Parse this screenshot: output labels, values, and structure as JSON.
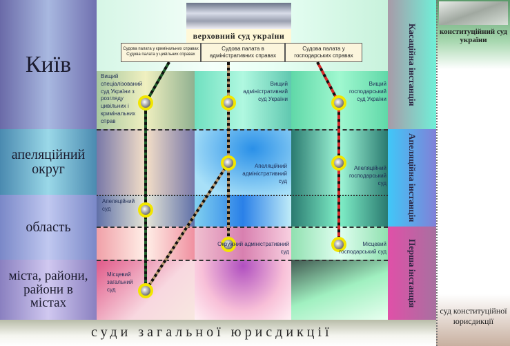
{
  "levels": {
    "kyiv": "Київ",
    "appeal_district": "апеляційний округ",
    "oblast": "область",
    "cities": "міста, райони, райони в містах"
  },
  "supreme_court": {
    "title": "верховний суд україни",
    "chambers": [
      "Судова палата у кримінальних справах",
      "Судова палата у цивільних справах",
      "Судова палата в адміністративних справах",
      "Судова палата у господарських справах"
    ]
  },
  "courts": {
    "higher_civil_criminal": "Вищий спеціалізований суд України з розгляду цивільних і кримінальних справ",
    "higher_admin": "Вищий адміністративний суд України",
    "higher_commercial": "Вищий господарський суд України",
    "appeal_admin": "Апеляційний адміністративний суд",
    "appeal_commercial": "Апеляційний господарський суд",
    "appeal_general": "Апеляційний суд",
    "district_admin": "Окружний адміністративний суд",
    "local_commercial": "Місцевий господарський суд",
    "local_general": "Місцевий загальний суд"
  },
  "instances": {
    "cassation": "Касаційна інстанція",
    "appeal": "Апеляційна інстанція",
    "first": "Перша інстанція"
  },
  "general_jurisdiction": "суди загальної юрисдикції",
  "constitutional": {
    "title": "конституційний суд україни",
    "footer": "суд конституційної юрисдикції"
  },
  "colors": {
    "general_line": "#1f5e2a",
    "admin_line": "#b89a72",
    "commercial_line": "#d62a2a"
  }
}
